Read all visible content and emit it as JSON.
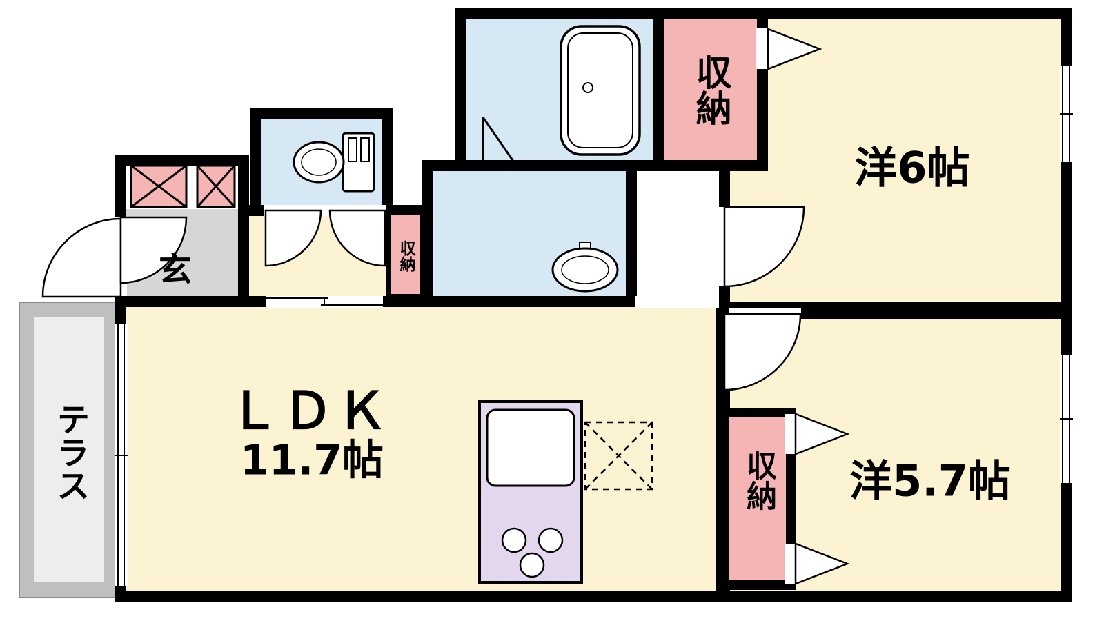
{
  "title": "2LDK apartment floor plan",
  "labels": {
    "ldk_name": "ＬＤＫ",
    "ldk_size": "11.7帖",
    "western6": "洋6帖",
    "western57": "洋5.7帖",
    "genkan": "玄",
    "terrace": "テラス",
    "storage_top": "収納",
    "storage_hall": "収納",
    "storage_bottom": "収納"
  },
  "colors": {
    "room_cream": "#FCF3D3",
    "wet_blue": "#D7E8F5",
    "storage_pink": "#F5B5B5",
    "kitchen_purple": "#E3D7EE",
    "genkan_gray": "#D6D6D6",
    "terrace_gray": "#BFBFBF",
    "terrace_inner": "#EDEDED",
    "wall_black": "#000000"
  }
}
